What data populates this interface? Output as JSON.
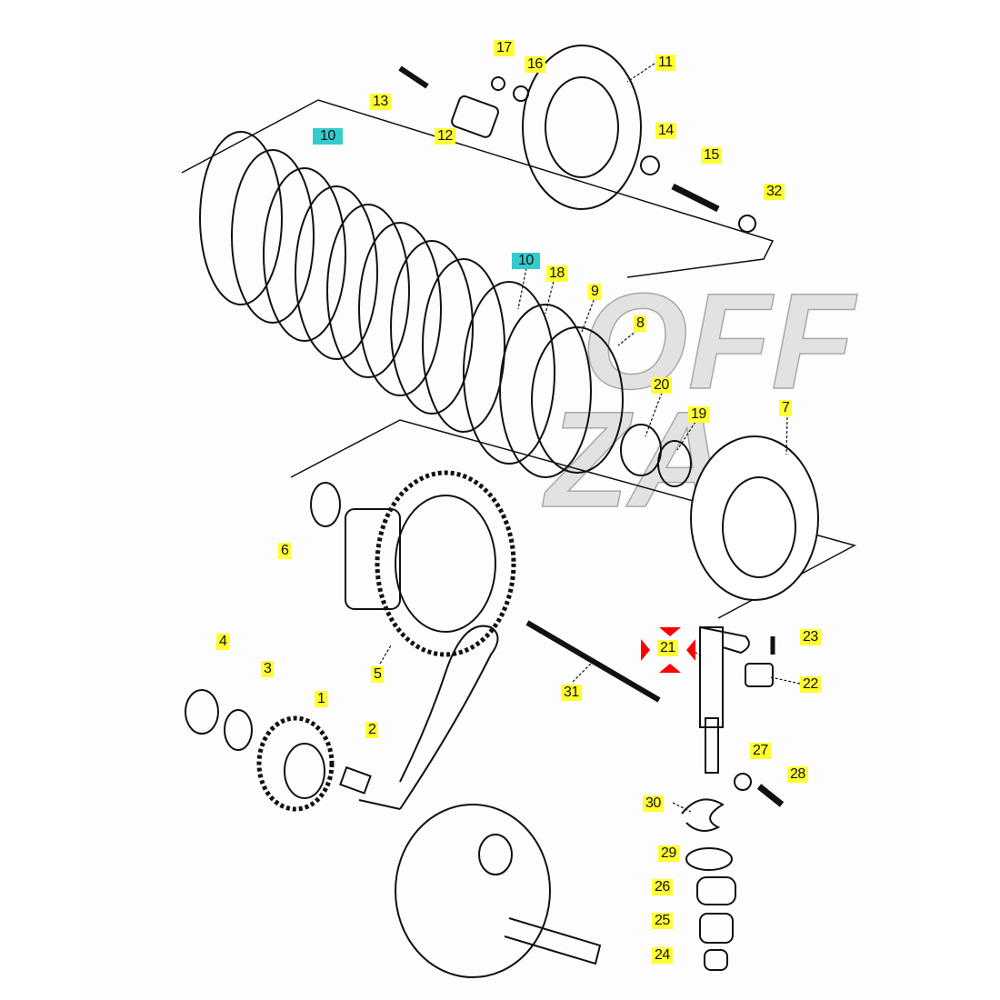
{
  "diagram": {
    "watermark_line1": "OFF",
    "watermark_line2": "ZA",
    "highlight_color": "#ffff33",
    "selected_color": "#33cccc",
    "marker_color": "#ff0000",
    "selected_part": "21",
    "labels": [
      "17",
      "16",
      "11",
      "13",
      "12",
      "10",
      "14",
      "15",
      "32",
      "10",
      "18",
      "9",
      "8",
      "20",
      "19",
      "7",
      "6",
      "5",
      "4",
      "3",
      "1",
      "2",
      "31",
      "21",
      "23",
      "22",
      "27",
      "28",
      "30",
      "29",
      "26",
      "25",
      "24"
    ]
  }
}
